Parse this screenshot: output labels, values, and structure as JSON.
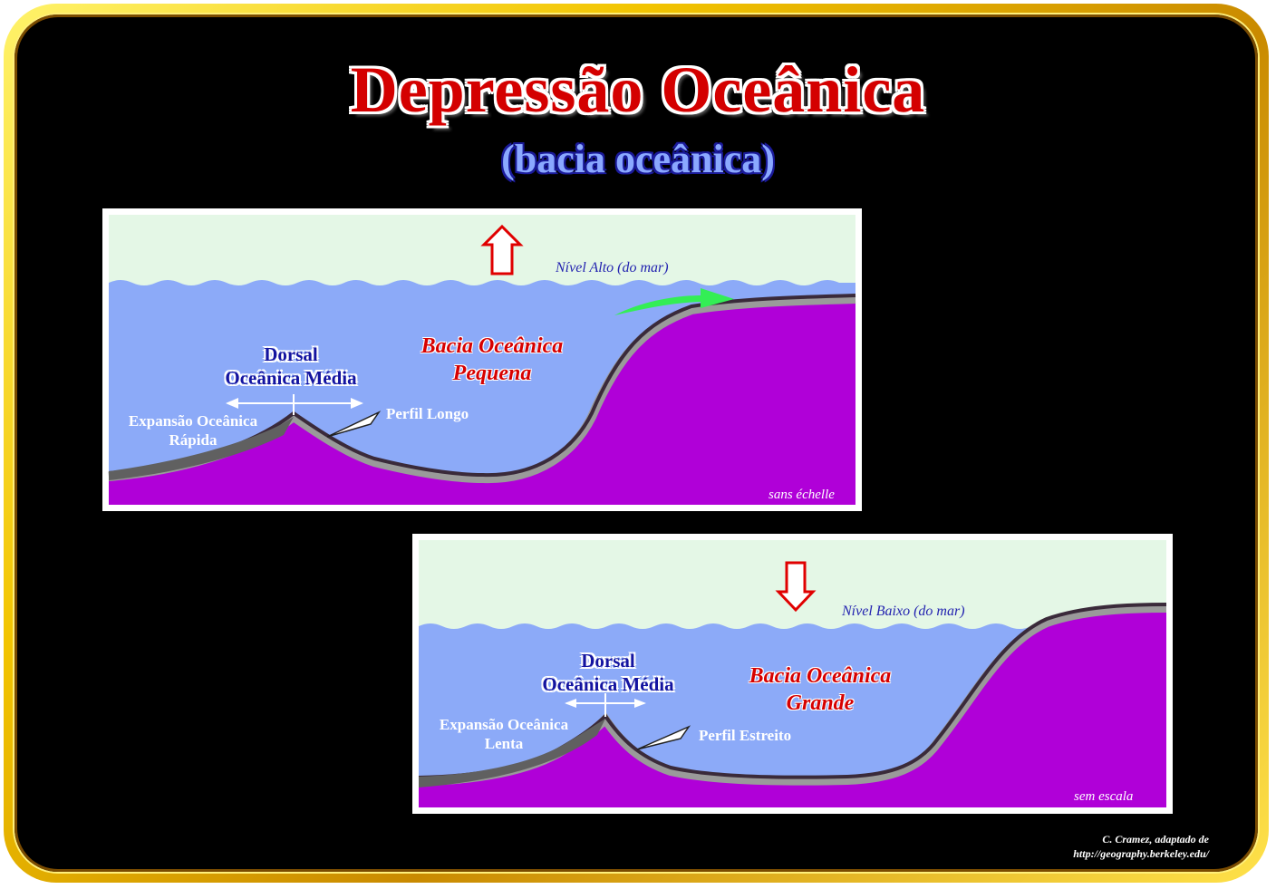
{
  "title": "Depressão Oceânica",
  "subtitle": "(bacia oceânica)",
  "panel_top": {
    "sea_level": "Nível Alto (do mar)",
    "basin_line1": "Bacia Oceânica",
    "basin_line2": "Pequena",
    "dorsal_line1": "Dorsal",
    "dorsal_line2": "Oceânica Média",
    "expansion_line1": "Expansão Oceânica",
    "expansion_line2": "Rápida",
    "profile": "Perfil Longo",
    "scale_note": "sans échelle"
  },
  "panel_bottom": {
    "sea_level": "Nível Baixo (do mar)",
    "basin_line1": "Bacia Oceânica",
    "basin_line2": "Grande",
    "dorsal_line1": "Dorsal",
    "dorsal_line2": "Oceânica Média",
    "expansion_line1": "Expansão Oceânica",
    "expansion_line2": "Lenta",
    "profile": "Perfil Estreito",
    "scale_note": "sem escala"
  },
  "credit_line1": "C. Cramez, adaptado de",
  "credit_line2": "http://geography.berkeley.edu/",
  "colors": {
    "sky": "#e4f7e6",
    "water": "#8caaf8",
    "crust": "#b000d8",
    "crust_edge": "#505050",
    "title_red": "#d40000",
    "subtitle_blue": "#8aa8ff",
    "frame_gold": "#f2c400"
  }
}
